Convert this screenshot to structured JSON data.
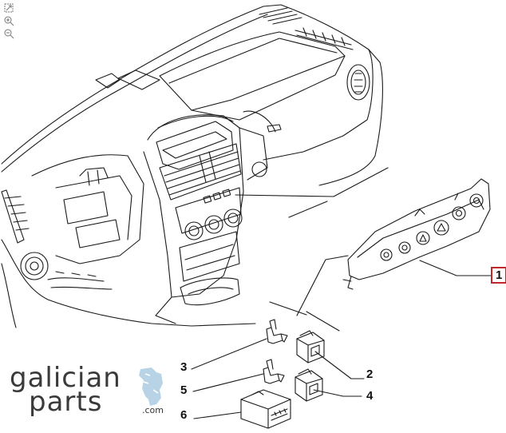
{
  "toolbar": {
    "icons": [
      "fit-icon",
      "zoom-in-icon",
      "zoom-out-icon"
    ]
  },
  "callouts": [
    {
      "id": "1",
      "label": "1",
      "boxed": true,
      "box_color": "#c0282d"
    },
    {
      "id": "2",
      "label": "2"
    },
    {
      "id": "3",
      "label": "3"
    },
    {
      "id": "4",
      "label": "4"
    },
    {
      "id": "5",
      "label": "5"
    },
    {
      "id": "6",
      "label": "6"
    }
  ],
  "logo": {
    "line1": "galician",
    "line2": "parts",
    "suffix": ".com",
    "accent": "#b9d3e6"
  },
  "colors": {
    "line": "#1a1a1a",
    "callout_box": "#c0282d"
  }
}
